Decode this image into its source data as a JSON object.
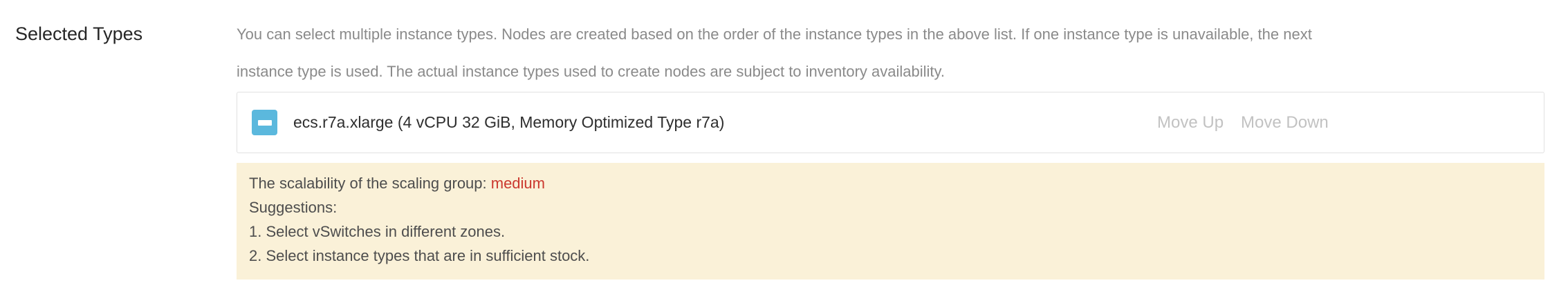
{
  "form": {
    "label": "Selected Types",
    "description_line1": "You can select multiple instance types. Nodes are created based on the order of the instance types in the above list. If one instance type is unavailable, the next",
    "description_line2": "instance type is used. The actual instance types used to create nodes are subject to inventory availability.",
    "instance_list": {
      "item": {
        "label": "ecs.r7a.xlarge (4 vCPU 32 GiB, Memory Optimized Type r7a)",
        "checkbox_state": "indeterminate"
      },
      "actions": {
        "move_up": "Move Up",
        "move_down": "Move Down"
      }
    },
    "warning": {
      "scalability_text": "The scalability of the scaling group: ",
      "scalability_level": "medium",
      "suggestions_title": "Suggestions:",
      "suggestions": [
        "1. Select vSwitches in different zones.",
        "2. Select instance types that are in sufficient stock."
      ]
    },
    "colors": {
      "checkbox_blue": "#5bb8dd",
      "warning_background": "#faf1d8",
      "scalability_red": "#cb382e"
    }
  }
}
